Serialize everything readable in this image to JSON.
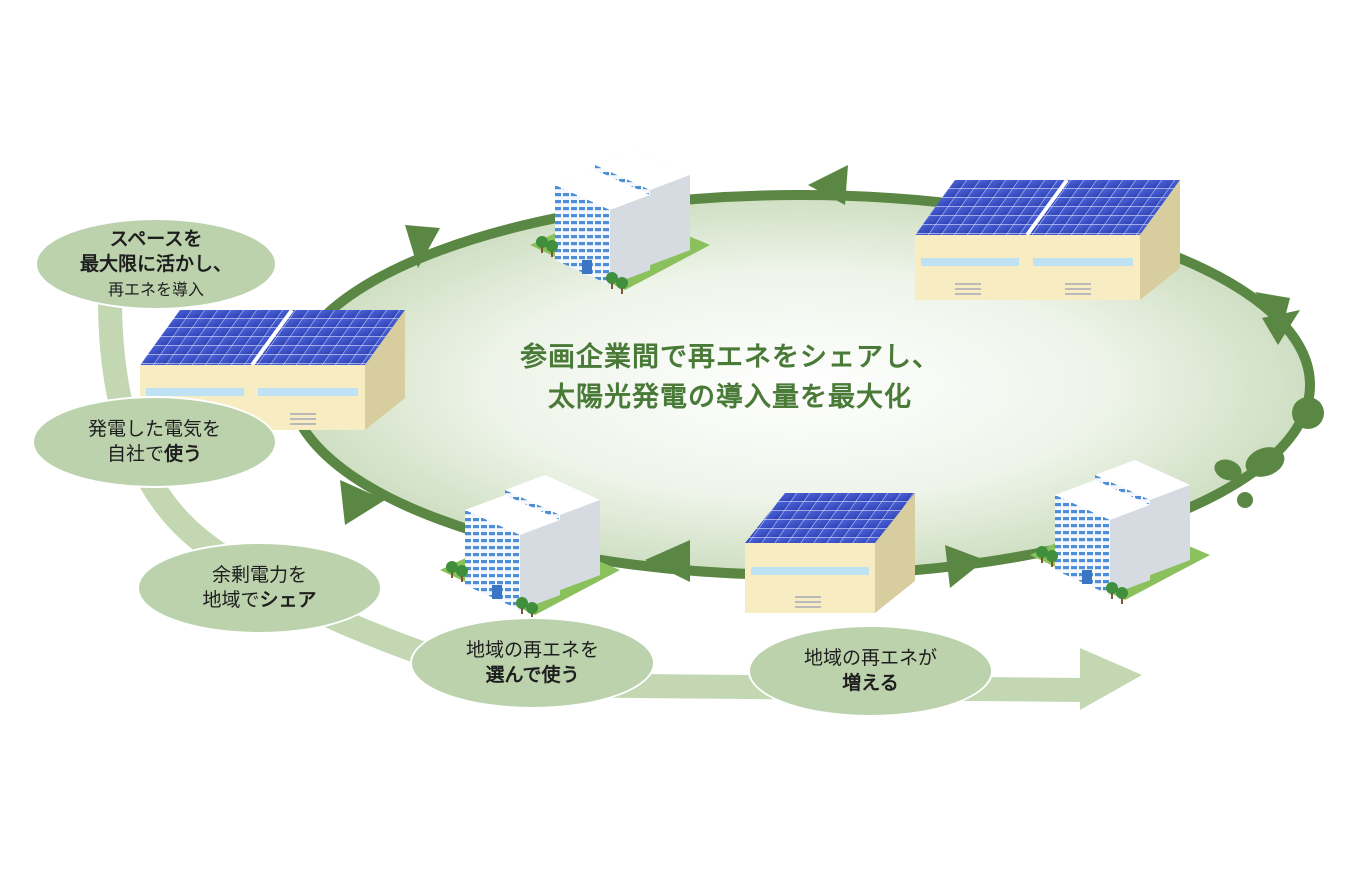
{
  "center_text": {
    "line1": "参画企業間で再エネをシェアし、",
    "line2": "太陽光発電の導入量を最大化"
  },
  "bubbles": {
    "space": {
      "line1": "スペースを",
      "line2": "最大限に活かし、",
      "line3": "再エネを導入"
    },
    "use_own": {
      "line1": "発電した電気を",
      "line2_plain": "自社で",
      "line2_bold": "使う"
    },
    "share": {
      "line1": "余剰電力を",
      "line2_plain": "地域で",
      "line2_bold": "シェア"
    },
    "choose": {
      "line1": "地域の再エネを",
      "line2_bold": "選んで使う"
    },
    "increase": {
      "line1": "地域の再エネが",
      "line2_bold": "増える"
    }
  },
  "icons": {
    "cycle_arrow": "cycle-arrow-icon",
    "progress_arrow": "progress-arrow-icon",
    "solar_factory": "solar-factory-icon",
    "office_building": "office-building-icon",
    "sprout": "sprout-icon"
  },
  "colors": {
    "cycle_green": "#5a8743",
    "bubble_green": "#bcd2ad",
    "progress_green": "#c3d7b2",
    "title_green": "#4a7a38",
    "solar_blue": "#3b4fc4",
    "factory_wall": "#f8ecc2"
  }
}
